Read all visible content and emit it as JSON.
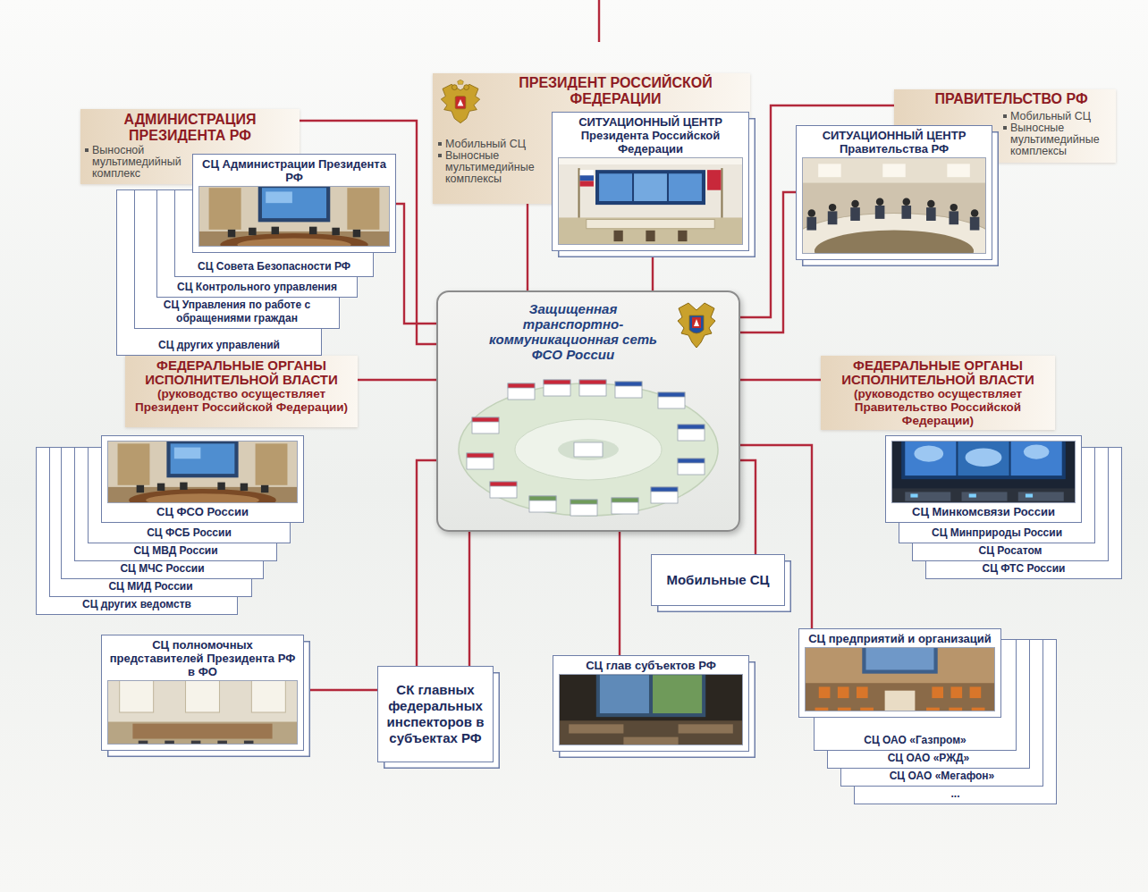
{
  "diagram": {
    "nodes": [
      {
        "text": [
          "АДМИНИСТРАЦИЯ ПРЕЗИДЕНТА РФ",
          "Выносной мультимедийный комплекс"
        ]
      },
      {
        "text": [
          "ПРЕЗИДЕНТ РОССИЙСКОЙ ФЕДЕРАЦИИ",
          "Мобильный СЦ",
          "Выносные мультимедийные комплексы"
        ]
      },
      {
        "text": [
          "ПРАВИТЕЛЬСТВО РФ",
          "Мобильный СЦ",
          "Выносные мультимедийные комплексы"
        ]
      },
      {
        "text": [
          "СЦ Администрации Президента РФ"
        ]
      },
      {
        "text": [
          "СИТУАЦИОННЫЙ ЦЕНТР Президента Российской Федерации"
        ]
      },
      {
        "text": [
          "СИТУАЦИОННЫЙ ЦЕНТР Правительства РФ"
        ]
      },
      {
        "text": [
          "СЦ Совета Безопасности РФ"
        ]
      },
      {
        "text": [
          "СЦ Контрольного управления"
        ]
      },
      {
        "text": [
          "СЦ Управления по работе с обращениями граждан"
        ]
      },
      {
        "text": [
          "СЦ других управлений"
        ]
      },
      {
        "text": [
          "Защищенная транспортно-коммуникационная сеть ФСО России"
        ]
      },
      {
        "text": [
          "ФЕДЕРАЛЬНЫЕ ОРГАНЫ ИСПОЛНИТЕЛЬНОЙ ВЛАСТИ",
          "(руководство осуществляет Президент Российской Федерации)"
        ]
      },
      {
        "text": [
          "ФЕДЕРАЛЬНЫЕ ОРГАНЫ ИСПОЛНИТЕЛЬНОЙ ВЛАСТИ",
          "(руководство осуществляет Правительство Российской Федерации)"
        ]
      },
      {
        "text": [
          "СЦ ФСО России"
        ]
      },
      {
        "text": [
          "СЦ ФСБ России"
        ]
      },
      {
        "text": [
          "СЦ МВД России"
        ]
      },
      {
        "text": [
          "СЦ МЧС России"
        ]
      },
      {
        "text": [
          "СЦ МИД России"
        ]
      },
      {
        "text": [
          "СЦ других ведомств"
        ]
      },
      {
        "text": [
          "СЦ Минкомсвязи России"
        ]
      },
      {
        "text": [
          "СЦ Минприроды России"
        ]
      },
      {
        "text": [
          "СЦ Росатом"
        ]
      },
      {
        "text": [
          "СЦ ФТС России"
        ]
      },
      {
        "text": [
          "Мобильные СЦ"
        ]
      },
      {
        "text": [
          "СЦ полномочных представителей Президента РФ в ФО"
        ]
      },
      {
        "text": [
          "СК главных федеральных инспекторов в субъектах РФ"
        ]
      },
      {
        "text": [
          "СЦ глав субъектов РФ"
        ]
      },
      {
        "text": [
          "СЦ предприятий и организаций"
        ]
      },
      {
        "text": [
          "СЦ ОАО «Газпром»"
        ]
      },
      {
        "text": [
          "СЦ ОАО «РЖД»"
        ]
      },
      {
        "text": [
          "СЦ ОАО «Мегафон»"
        ]
      },
      {
        "text": [
          "..."
        ]
      }
    ],
    "edges": [
      {
        "from": 10,
        "to": 0,
        "arrow": "none"
      },
      {
        "from": 10,
        "to": 3,
        "arrow": "none"
      },
      {
        "from": 10,
        "to": 1,
        "arrow": "none"
      },
      {
        "from": 10,
        "to": 4,
        "arrow": "none"
      },
      {
        "from": 10,
        "to": 2,
        "arrow": "none"
      },
      {
        "from": 10,
        "to": 5,
        "arrow": "none"
      },
      {
        "from": 10,
        "to": 11,
        "arrow": "none"
      },
      {
        "from": 10,
        "to": 24,
        "arrow": "none"
      },
      {
        "from": 10,
        "to": 25,
        "arrow": "none"
      },
      {
        "from": 10,
        "to": 26,
        "arrow": "none"
      },
      {
        "from": 10,
        "to": 23,
        "arrow": "none"
      },
      {
        "from": 10,
        "to": 12,
        "arrow": "none"
      },
      {
        "from": 10,
        "to": 27,
        "arrow": "none"
      }
    ]
  }
}
